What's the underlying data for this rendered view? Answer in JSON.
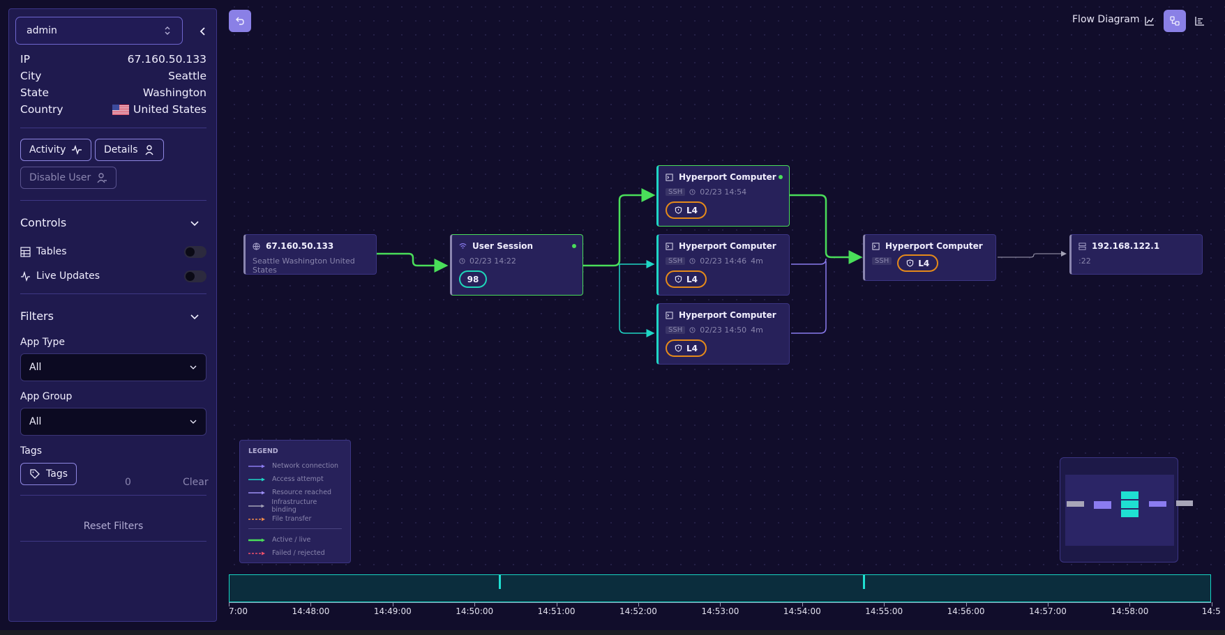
{
  "sidebar": {
    "user": "admin",
    "info": [
      {
        "label": "IP",
        "value": "67.160.50.133"
      },
      {
        "label": "City",
        "value": "Seattle"
      },
      {
        "label": "State",
        "value": "Washington"
      },
      {
        "label": "Country",
        "value": "United States"
      }
    ],
    "buttons": {
      "activity": "Activity",
      "details": "Details",
      "disable": "Disable User"
    },
    "controls": {
      "title": "Controls",
      "tables": "Tables",
      "live_updates": "Live Updates",
      "tables_on": false,
      "live_on": false
    },
    "filters": {
      "title": "Filters",
      "app_type_label": "App Type",
      "app_type_value": "All",
      "app_group_label": "App Group",
      "app_group_value": "All",
      "tags_label": "Tags",
      "tags_button": "Tags",
      "tags_count": "0",
      "clear": "Clear",
      "reset": "Reset Filters"
    }
  },
  "toolbar": {
    "view_label": "Flow Diagram"
  },
  "nodes": {
    "ip": {
      "title": "67.160.50.133",
      "sub": "Seattle Washington United States"
    },
    "session": {
      "title": "User Session",
      "time": "02/23 14:22",
      "score": "98"
    },
    "hp1": {
      "title": "Hyperport Computer",
      "proto": "SSH",
      "time": "02/23 14:54",
      "dur": "",
      "level": "L4"
    },
    "hp2": {
      "title": "Hyperport Computer",
      "proto": "SSH",
      "time": "02/23 14:46",
      "dur": "4m",
      "level": "L4"
    },
    "hp3": {
      "title": "Hyperport Computer",
      "proto": "SSH",
      "time": "02/23 14:50",
      "dur": "4m",
      "level": "L4"
    },
    "hp4": {
      "title": "Hyperport Computer",
      "proto": "SSH",
      "level": "L4"
    },
    "target": {
      "title": "192.168.122.1",
      "port": ":22"
    }
  },
  "legend": {
    "title": "LEGEND",
    "items": [
      {
        "label": "Network connection",
        "color": "#8b7cf0"
      },
      {
        "label": "Access attempt",
        "color": "#1fd6c5"
      },
      {
        "label": "Resource reached",
        "color": "#9d8ff5"
      },
      {
        "label": "Infrastructure binding",
        "color": "#a6a4b8"
      },
      {
        "label": "File transfer",
        "color": "#f08a4b"
      },
      {
        "label": "Active / live",
        "color": "#4ade5a"
      },
      {
        "label": "Failed / rejected",
        "color": "#f0506a"
      }
    ]
  },
  "timeline": {
    "labels": [
      "7:00",
      "14:48:00",
      "14:49:00",
      "14:50:00",
      "14:51:00",
      "14:52:00",
      "14:53:00",
      "14:54:00",
      "14:55:00",
      "14:56:00",
      "14:57:00",
      "14:58:00",
      "14:5"
    ]
  },
  "colors": {
    "accent": "#8a80e6",
    "live": "#4ade5a",
    "access": "#1fd6c5",
    "warn": "#e58a1a"
  }
}
